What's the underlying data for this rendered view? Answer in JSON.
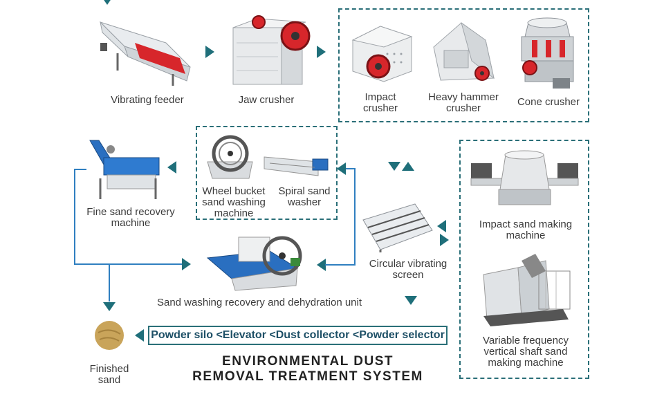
{
  "colors": {
    "accent": "#1f6f7a",
    "flow_line": "#2f7fc0",
    "machine_red": "#d7262b",
    "machine_blue": "#2a6fc0"
  },
  "machines": {
    "vibrating_feeder": "Vibrating feeder",
    "jaw_crusher": "Jaw crusher",
    "impact_crusher": [
      "Impact",
      "crusher"
    ],
    "heavy_hammer_crusher": [
      "Heavy hammer",
      "crusher"
    ],
    "cone_crusher": "Cone crusher",
    "fine_sand_recovery": [
      "Fine sand recovery",
      "machine"
    ],
    "wheel_bucket": [
      "Wheel bucket",
      "sand washing",
      "machine"
    ],
    "spiral_sand_washer": [
      "Spiral sand",
      "washer"
    ],
    "circular_vibrating_screen": [
      "Circular vibrating",
      "screen"
    ],
    "impact_sand_making": [
      "Impact sand making",
      "machine"
    ],
    "sand_washing_unit": "Sand washing recovery and dehydration unit",
    "vsi": [
      "Variable frequency",
      "vertical shaft sand",
      "making machine"
    ],
    "finished_sand": [
      "Finished",
      "sand"
    ]
  },
  "powder_chain": "Powder silo <Elevator <Dust collector <Powder selector",
  "system_title": [
    "ENVIRONMENTAL DUST",
    "REMOVAL TREATMENT SYSTEM"
  ]
}
